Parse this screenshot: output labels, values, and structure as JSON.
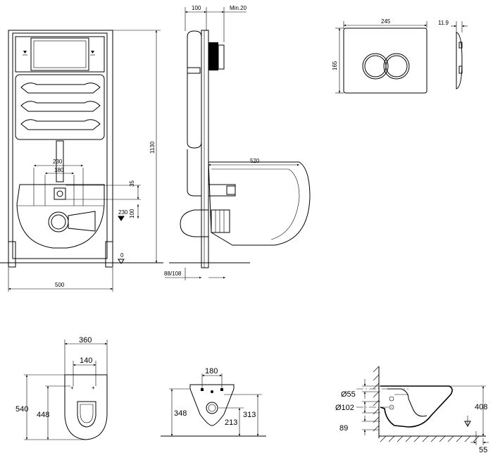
{
  "front": {
    "width": "500",
    "height": "1130",
    "pipe_spacing": "230",
    "pipe_inner": "180",
    "pipe_offset": "35",
    "drain_spacing": "230",
    "drain_height": "100",
    "floor": "0"
  },
  "side": {
    "top_depth": "100",
    "top_gap": "Min.20",
    "bowl_length": "520",
    "bottom_depth": "88/108"
  },
  "plate": {
    "width": "245",
    "height": "165",
    "thickness": "11.9"
  },
  "bowl_top": {
    "width": "360",
    "bolt_spacing": "140",
    "length": "540",
    "bolt_distance": "448"
  },
  "bowl_back": {
    "bolt_spacing": "180",
    "height": "348",
    "drain_height": "213",
    "inlet_height": "313"
  },
  "bowl_side": {
    "inlet_diameter": "Ø55",
    "outlet_diameter": "Ø102",
    "outlet_height": "89",
    "height": "408",
    "offset": "55"
  }
}
